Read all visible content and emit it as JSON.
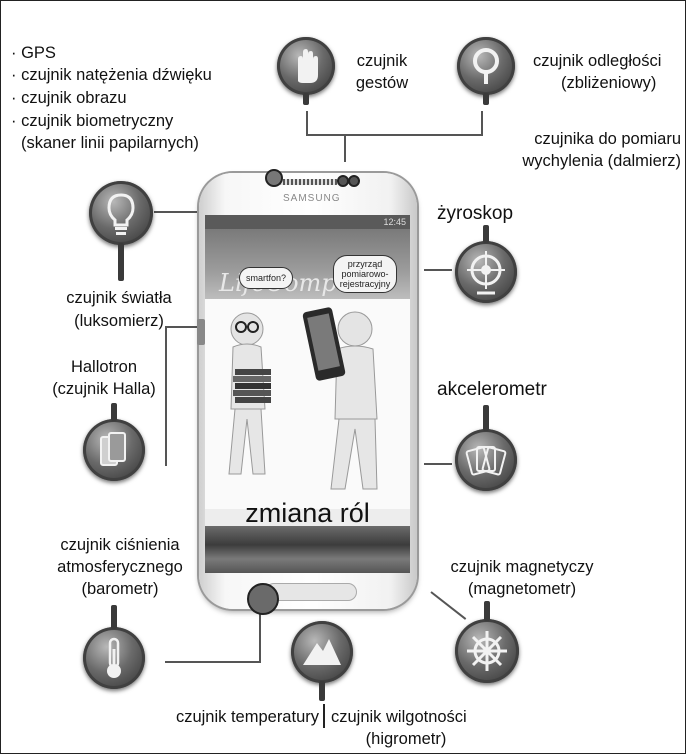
{
  "sensor_list": [
    "· GPS",
    "· czujnik natężenia dźwięku",
    "· czujnik obrazu",
    "· czujnik biometryczny",
    "(skaner linii papilarnych)"
  ],
  "labels": {
    "gesture": [
      "czujnik",
      "gestów"
    ],
    "proximity": [
      "czujnik odległości",
      "(zbliżeniowy)"
    ],
    "tilt": [
      "czujnika do pomiaru",
      "wychylenia (dalmierz)"
    ],
    "gyroscope": "żyroskop",
    "light": [
      "czujnik światła",
      "(luksomierz)"
    ],
    "hall": [
      "Hallotron",
      "(czujnik Halla)"
    ],
    "accelerometer": "akcelerometr",
    "barometer": [
      "czujnik ciśnienia",
      "atmosferycznego",
      "(barometr)"
    ],
    "magnetometer": [
      "czujnik magnetyczy",
      "(magnetometr)"
    ],
    "temperature": "czujnik temperatury",
    "humidity": [
      "czujnik wilgotności",
      "(higrometr)"
    ]
  },
  "phone": {
    "brand": "SAMSUNG",
    "status_time": "12:45",
    "banner_text": "LifeCompa",
    "bubble_left": "smartfon?",
    "bubble_right": [
      "przyrząd",
      "pomiarowo-",
      "rejestracyjny"
    ],
    "caption": "zmiana ról"
  },
  "icons": [
    "hand-icon",
    "magnifier-icon",
    "bulb-icon",
    "target-icon",
    "phone-stack-icon",
    "cards-icon",
    "thermometer-icon",
    "mountain-icon",
    "helm-icon"
  ]
}
